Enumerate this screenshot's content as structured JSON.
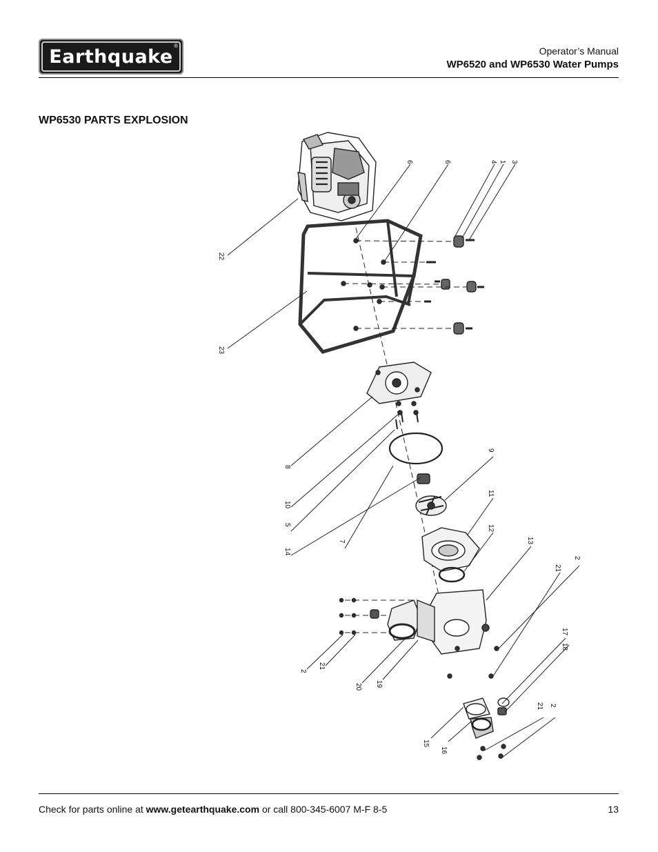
{
  "header": {
    "logo_text": "Earthquake",
    "logo_registered": "®",
    "manual_label": "Operator’s Manual",
    "product_title": "WP6520 and WP6530 Water Pumps"
  },
  "section": {
    "title": "WP6530 PARTS EXPLOSION"
  },
  "diagram": {
    "labels": [
      "6",
      "6",
      "4",
      "1",
      "3",
      "22",
      "23",
      "8",
      "10",
      "5",
      "14",
      "7",
      "9",
      "11",
      "12",
      "13",
      "2",
      "21",
      "17",
      "18",
      "2",
      "21",
      "20",
      "19",
      "15",
      "16",
      "21",
      "2"
    ]
  },
  "footer": {
    "prefix": "Check for parts online at ",
    "url": "www.getearthquake.com",
    "suffix": " or call 800-345-6007 M-F 8-5",
    "page_number": "13"
  }
}
